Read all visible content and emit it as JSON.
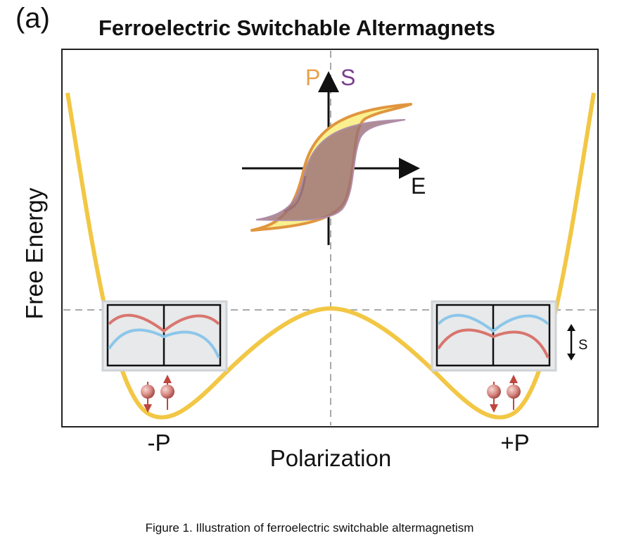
{
  "panel_label": "(a)",
  "title": "Ferroelectric Switchable Altermagnets",
  "axes": {
    "ylabel": "Free Energy",
    "xlabel": "Polarization",
    "tick_left": "-P",
    "tick_right": "+P"
  },
  "hysteresis": {
    "p_label": "P",
    "s_label": "S",
    "e_label": "E"
  },
  "s_arrow_label": "S",
  "caption": "Figure 1. Illustration of ferroelectric switchable altermagnetism",
  "colors": {
    "energy_curve": "#f2c744",
    "p_loop_fill": "#faf08f",
    "p_loop_stroke": "#e0963f",
    "s_loop_fill": "#9a6f78",
    "s_label": "#7b3f8f",
    "p_label": "#e8a04a",
    "band_red": "#d9756f",
    "band_blue": "#8cc6ea",
    "dashed": "#aaaaaa"
  },
  "icons": [
    "spin-up-atom-icon",
    "spin-down-atom-icon",
    "double-arrow-icon"
  ]
}
